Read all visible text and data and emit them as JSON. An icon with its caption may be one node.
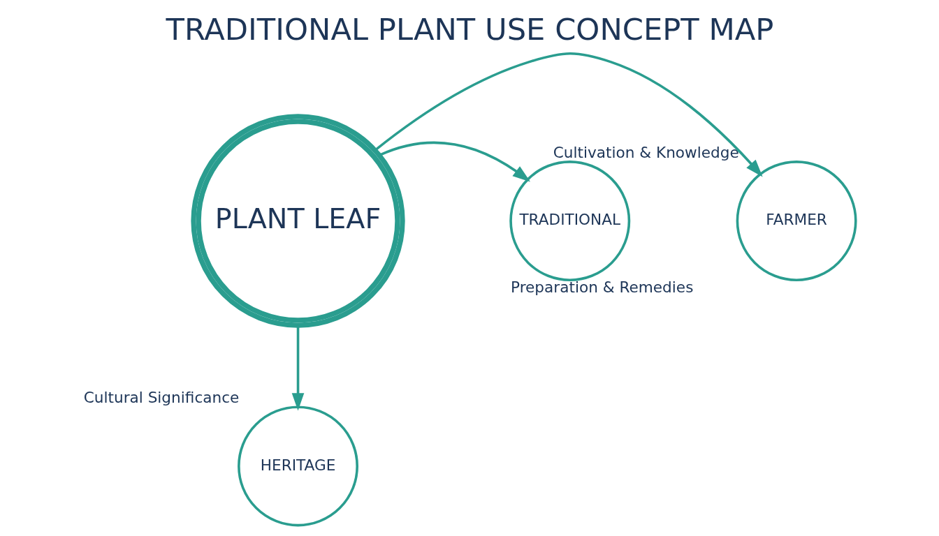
{
  "diagram": {
    "title": "TRADITIONAL PLANT USE CONCEPT MAP",
    "nodes": [
      {
        "text": [
          "PLANT LEAF"
        ]
      },
      {
        "text": [
          "FARMER"
        ],
        "beside": [
          "Cultivation & Knowledge"
        ]
      },
      {
        "text": [
          "TRADITIONAL"
        ],
        "beside": [
          "Preparation & Remedies"
        ]
      },
      {
        "text": [
          "HERITAGE"
        ],
        "beside": [
          "Cultural Significance"
        ]
      }
    ],
    "edges": [
      {
        "from": 0,
        "to": 1,
        "arrow": "to"
      },
      {
        "from": 0,
        "to": 2,
        "arrow": "to"
      },
      {
        "from": 0,
        "to": 3,
        "arrow": "to"
      }
    ]
  }
}
